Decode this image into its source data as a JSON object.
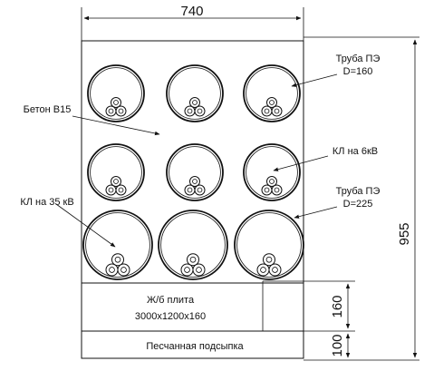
{
  "dimensions": {
    "width": "740",
    "height": "955",
    "slab": "160",
    "sand": "100"
  },
  "labels": {
    "concrete": "Бетон В15",
    "pipe_small_1": "Труба ПЭ",
    "pipe_small_2": "D=160",
    "cable_6kv": "КЛ на 6кВ",
    "pipe_large_1": "Труба ПЭ",
    "pipe_large_2": "D=225",
    "cable_35kv": "КЛ на 35 кВ",
    "slab_1": "Ж/б плита",
    "slab_2": "3000х1200х160",
    "sand": "Песчанная подсыпка"
  }
}
